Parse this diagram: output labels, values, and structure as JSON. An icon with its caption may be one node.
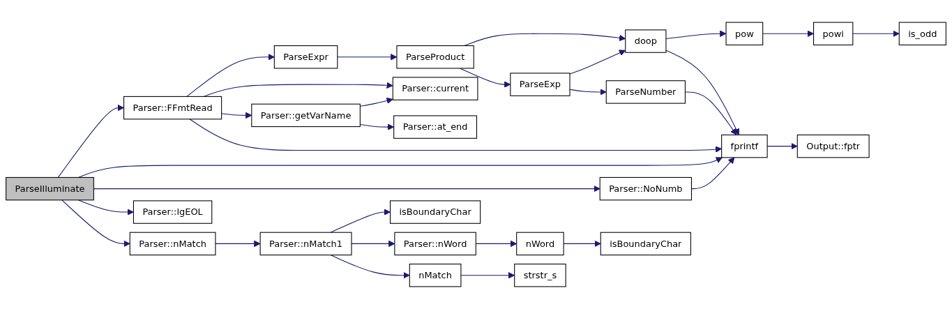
{
  "diagram": {
    "nodes": [
      {
        "text": [
          "ParseIlluminate"
        ]
      },
      {
        "text": [
          "Parser::FFmtRead"
        ]
      },
      {
        "text": [
          "ParseExpr"
        ]
      },
      {
        "text": [
          "ParseProduct"
        ]
      },
      {
        "text": [
          "Parser::current"
        ]
      },
      {
        "text": [
          "Parser::getVarName"
        ]
      },
      {
        "text": [
          "Parser::at_end"
        ]
      },
      {
        "text": [
          "ParseExp"
        ]
      },
      {
        "text": [
          "doop"
        ]
      },
      {
        "text": [
          "ParseNumber"
        ]
      },
      {
        "text": [
          "pow"
        ]
      },
      {
        "text": [
          "powi"
        ]
      },
      {
        "text": [
          "is_odd"
        ]
      },
      {
        "text": [
          "fprintf"
        ]
      },
      {
        "text": [
          "Output::fptr"
        ]
      },
      {
        "text": [
          "Parser::NoNumb"
        ]
      },
      {
        "text": [
          "Parser::lgEOL"
        ]
      },
      {
        "text": [
          "Parser::nMatch"
        ]
      },
      {
        "text": [
          "Parser::nMatch1"
        ]
      },
      {
        "text": [
          "isBoundaryChar"
        ]
      },
      {
        "text": [
          "Parser::nWord"
        ]
      },
      {
        "text": [
          "nWord"
        ]
      },
      {
        "text": [
          "isBoundaryChar"
        ]
      },
      {
        "text": [
          "nMatch"
        ]
      },
      {
        "text": [
          "strstr_s"
        ]
      }
    ],
    "edges": [
      {
        "from": 0,
        "to": 1,
        "arrow": "to"
      },
      {
        "from": 0,
        "to": 13,
        "arrow": "to"
      },
      {
        "from": 0,
        "to": 15,
        "arrow": "to"
      },
      {
        "from": 0,
        "to": 16,
        "arrow": "to"
      },
      {
        "from": 0,
        "to": 17,
        "arrow": "to"
      },
      {
        "from": 1,
        "to": 2,
        "arrow": "to"
      },
      {
        "from": 1,
        "to": 4,
        "arrow": "to"
      },
      {
        "from": 1,
        "to": 5,
        "arrow": "to"
      },
      {
        "from": 1,
        "to": 13,
        "arrow": "to"
      },
      {
        "from": 2,
        "to": 3,
        "arrow": "to"
      },
      {
        "from": 3,
        "to": 8,
        "arrow": "to"
      },
      {
        "from": 3,
        "to": 7,
        "arrow": "to"
      },
      {
        "from": 5,
        "to": 4,
        "arrow": "to"
      },
      {
        "from": 5,
        "to": 6,
        "arrow": "to"
      },
      {
        "from": 7,
        "to": 8,
        "arrow": "to"
      },
      {
        "from": 7,
        "to": 9,
        "arrow": "to"
      },
      {
        "from": 8,
        "to": 10,
        "arrow": "to"
      },
      {
        "from": 8,
        "to": 13,
        "arrow": "to"
      },
      {
        "from": 9,
        "to": 13,
        "arrow": "to"
      },
      {
        "from": 10,
        "to": 11,
        "arrow": "to"
      },
      {
        "from": 11,
        "to": 12,
        "arrow": "to"
      },
      {
        "from": 13,
        "to": 14,
        "arrow": "to"
      },
      {
        "from": 15,
        "to": 13,
        "arrow": "to"
      },
      {
        "from": 17,
        "to": 18,
        "arrow": "to"
      },
      {
        "from": 18,
        "to": 19,
        "arrow": "to"
      },
      {
        "from": 18,
        "to": 20,
        "arrow": "to"
      },
      {
        "from": 18,
        "to": 23,
        "arrow": "to"
      },
      {
        "from": 20,
        "to": 21,
        "arrow": "to"
      },
      {
        "from": 21,
        "to": 22,
        "arrow": "to"
      },
      {
        "from": 23,
        "to": 24,
        "arrow": "to"
      }
    ]
  }
}
